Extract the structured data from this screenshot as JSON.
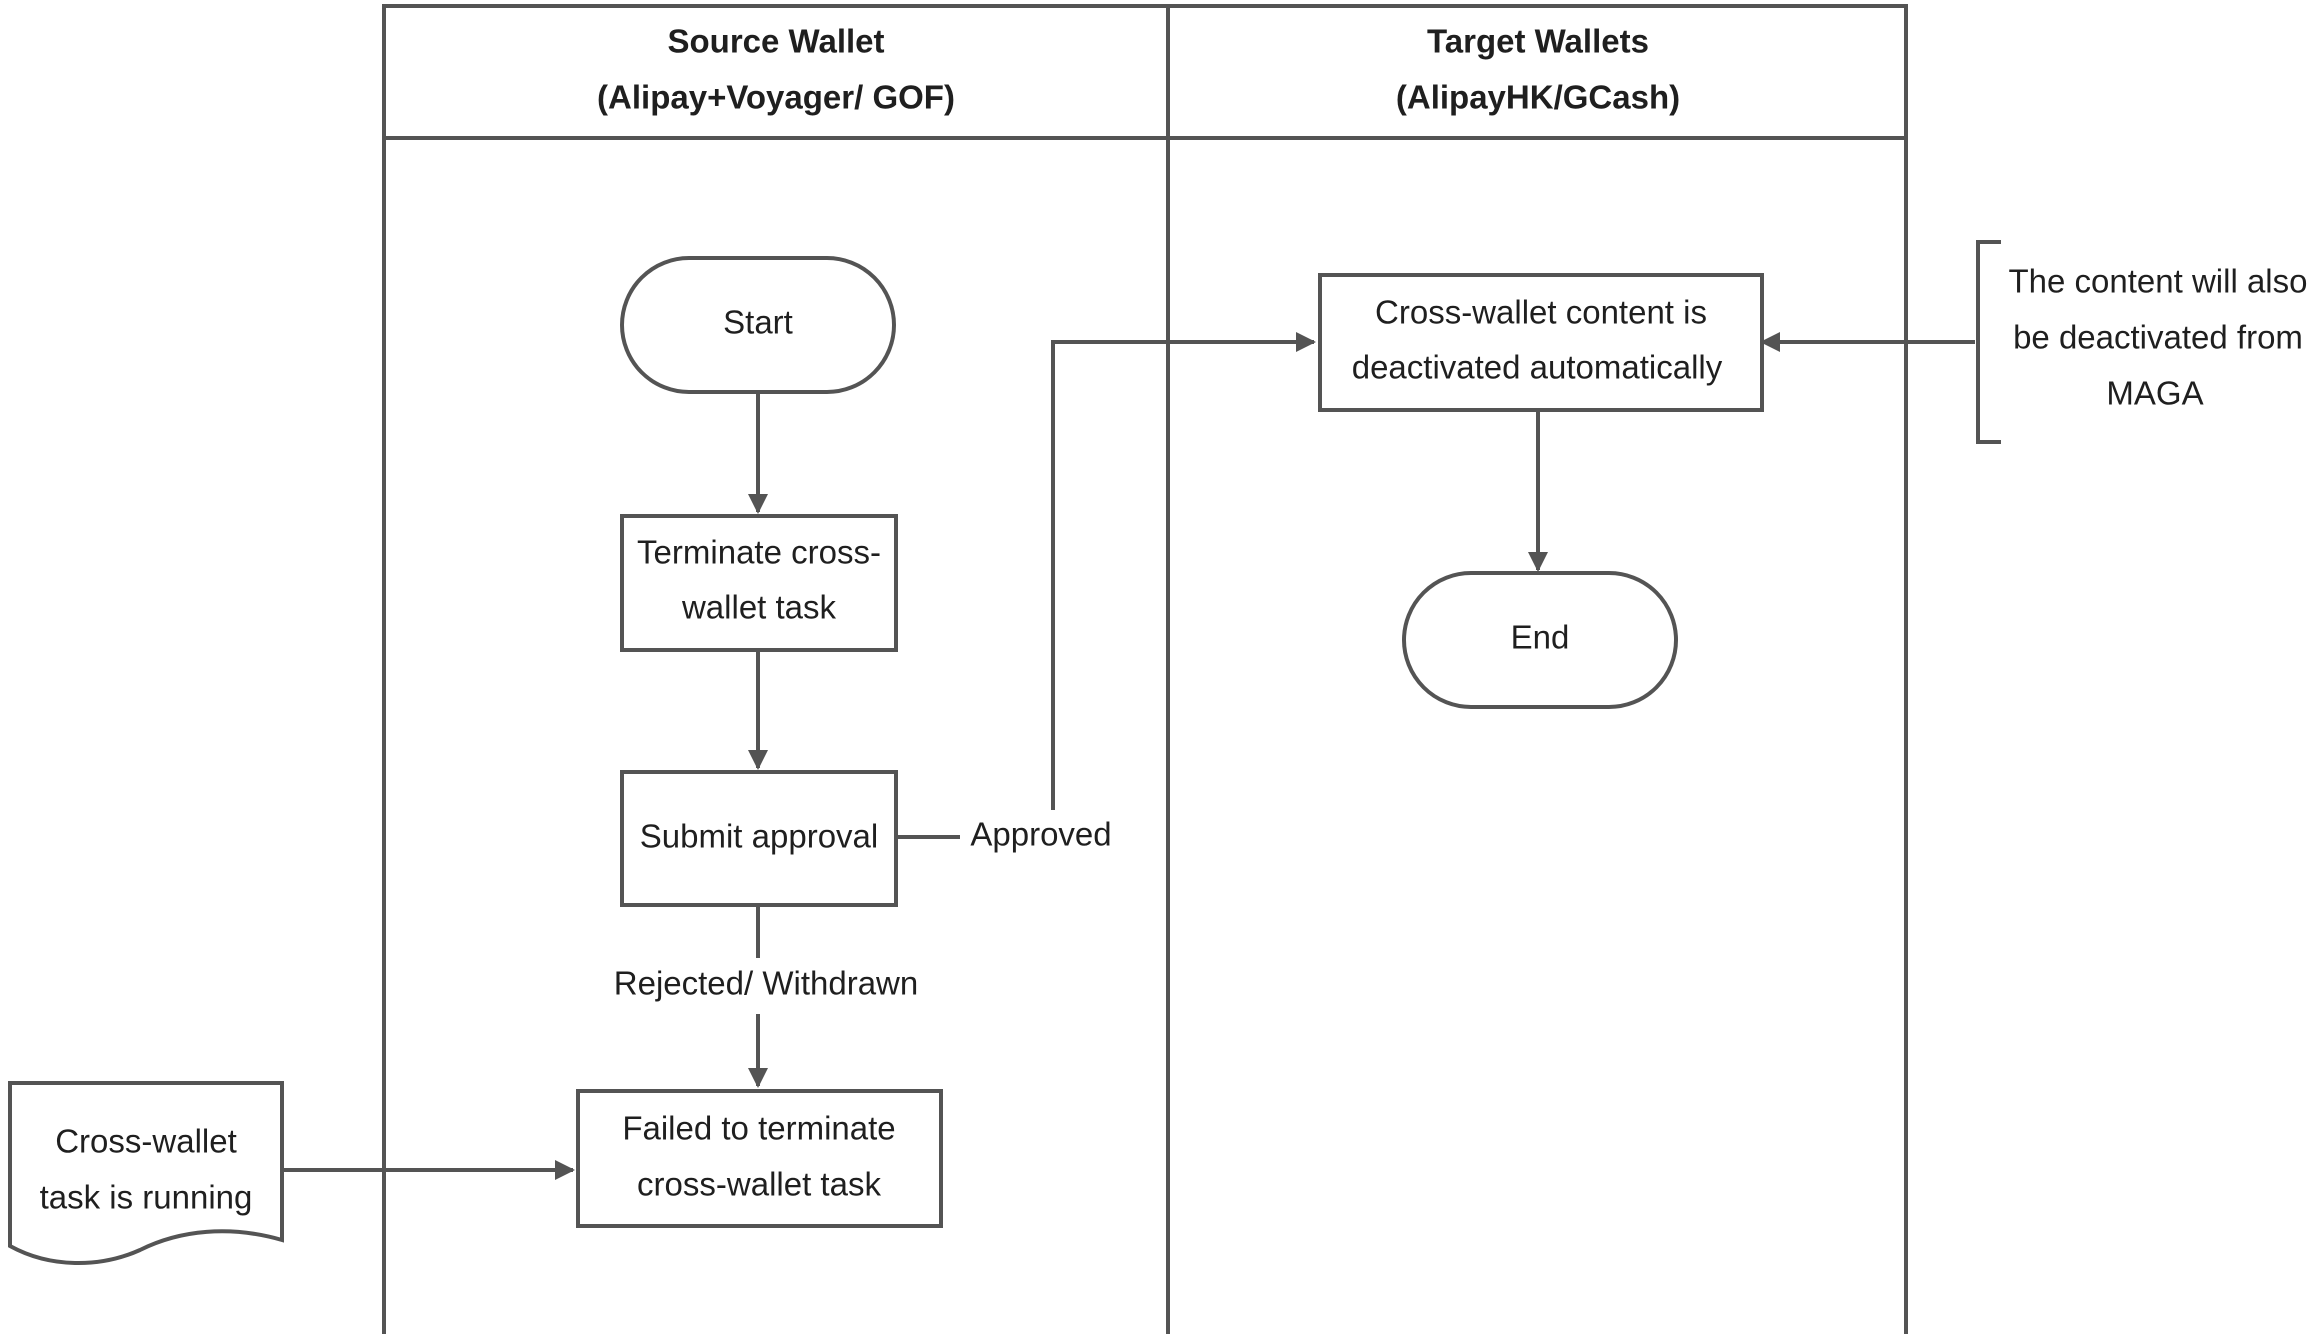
{
  "lanes": {
    "source": {
      "title": "Source Wallet",
      "subtitle": "(Alipay+Voyager/ GOF)"
    },
    "target": {
      "title": "Target Wallets",
      "subtitle": "(AlipayHK/GCash)"
    }
  },
  "nodes": {
    "start": "Start",
    "terminate": [
      "Terminate cross-",
      "wallet task"
    ],
    "submit": "Submit approval",
    "failed": [
      "Failed to terminate",
      "cross-wallet task"
    ],
    "running": [
      "Cross-wallet",
      "task is running"
    ],
    "deactivated": [
      "Cross-wallet content is",
      "deactivated automatically"
    ],
    "end": "End",
    "note": [
      "The content will also",
      "be deactivated from",
      "MAGA"
    ]
  },
  "edges": {
    "approved": "Approved",
    "rejected": "Rejected/ Withdrawn"
  }
}
